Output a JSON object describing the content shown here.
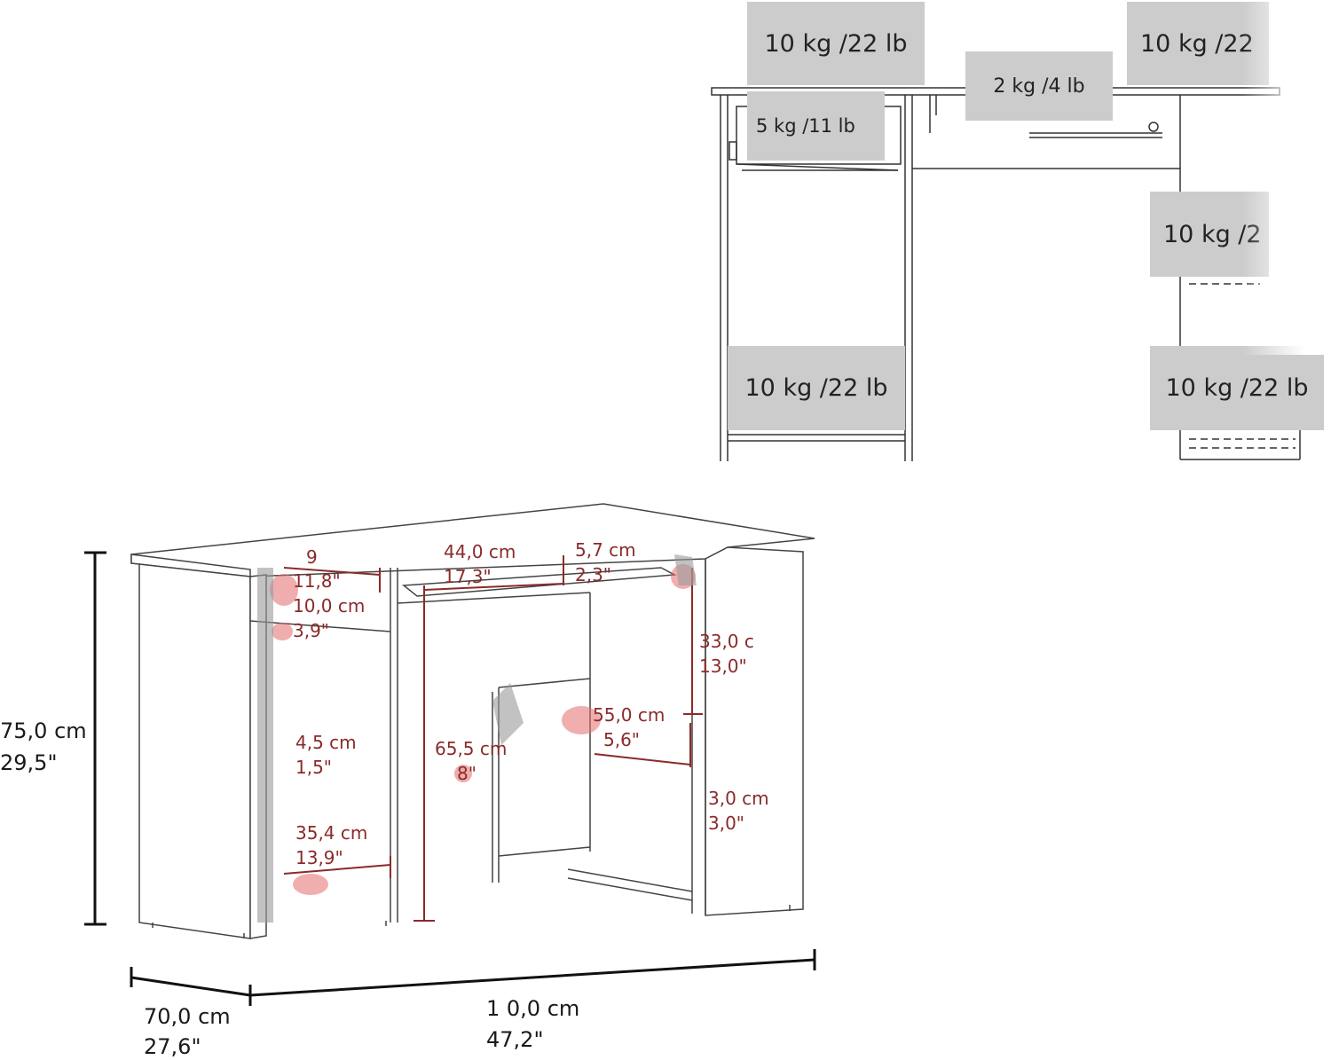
{
  "top_view": {
    "loads": [
      {
        "id": "top-left",
        "text": "10 kg /22 lb"
      },
      {
        "id": "top-right",
        "text": "10 kg /22"
      },
      {
        "id": "tray",
        "text": "2 kg /4 lb"
      },
      {
        "id": "drawer",
        "text": "5 kg /11 lb"
      },
      {
        "id": "right-mid",
        "text": "10 kg /2"
      },
      {
        "id": "bottom-left",
        "text": "10 kg /22 lb"
      },
      {
        "id": "bottom-right",
        "text": "10 kg /22 lb"
      }
    ]
  },
  "dimensions": {
    "height_cm": "75,0 cm",
    "height_in": "29,5\"",
    "depth_cm": "70,0 cm",
    "depth_in": "27,6\"",
    "width_cm": "1 0,0 cm",
    "width_in": "47,2\"",
    "shelf_top_cm": "9",
    "shelf_top_in": "11,8\"",
    "drawer_h_cm": "10,0 cm",
    "drawer_h_in": "3,9\"",
    "side_gap_cm": "4,5 cm",
    "side_gap_in": "1,5\"",
    "lower_cm": "35,4 cm",
    "lower_in": "13,9\"",
    "keyboard_w_cm": "44,0 cm",
    "keyboard_w_in": "17,3\"",
    "keyboard_h_cm": "5,7 cm",
    "keyboard_h_in": "2,3\"",
    "knee_h_cm": "65,5 cm",
    "knee_h_in": "8\"",
    "upper_shelf_cm": "33,0 c",
    "upper_shelf_in": "13,0\"",
    "corner_w_cm": "55,0 cm",
    "corner_w_in": "5,6\"",
    "plinth_cm": "3,0 cm",
    "plinth_in": "3,0\""
  }
}
